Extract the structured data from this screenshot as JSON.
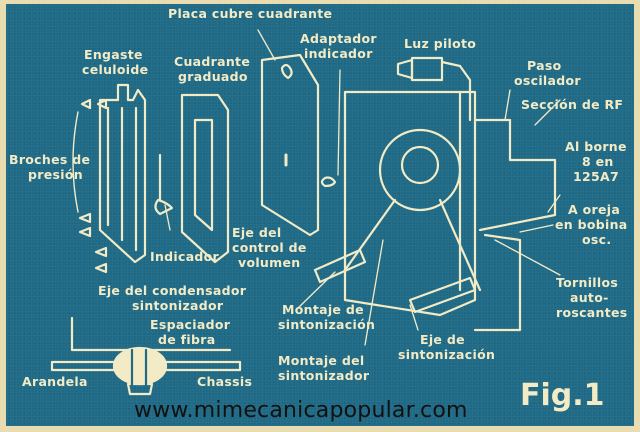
{
  "diagram": {
    "figure_label": "Fig.1",
    "watermark": "www.mimecanicapopular.com",
    "colors": {
      "background": "#1f6a86",
      "line": "#f3ebc6",
      "border": "#e9dcb0",
      "watermark": "#111111"
    },
    "labels": {
      "placa_cubre_cuadrante": "Placa cubre cuadrante",
      "engaste_celuloide_1": "Engaste",
      "engaste_celuloide_2": "celuloide",
      "cuadrante_graduado_1": "Cuadrante",
      "cuadrante_graduado_2": "graduado",
      "adaptador_indicador_1": "Adaptador",
      "adaptador_indicador_2": "indicador",
      "luz_piloto": "Luz piloto",
      "paso_oscilador_1": "Paso",
      "paso_oscilador_2": "oscilador",
      "seccion_rf": "Sección de RF",
      "al_borne_1": "Al borne",
      "al_borne_2": "8 en",
      "al_borne_3": "125A7",
      "a_oreja_1": "A oreja",
      "a_oreja_2": "en bobina",
      "a_oreja_3": "osc.",
      "broches_1": "Broches de",
      "broches_2": "presión",
      "indicador": "Indicador",
      "eje_volumen_1": "Eje del",
      "eje_volumen_2": "control de",
      "eje_volumen_3": "volumen",
      "eje_condensador_1": "Eje del condensador",
      "eje_condensador_2": "sintonizador",
      "espaciador_1": "Espaciador",
      "espaciador_2": "de fibra",
      "arandela": "Arandela",
      "chassis": "Chassis",
      "montaje_sintonizacion_1": "Montaje de",
      "montaje_sintonizacion_2": "sintonización",
      "montaje_sintonizador_1": "Montaje del",
      "montaje_sintonizador_2": "sintonizador",
      "eje_sintonizacion_1": "Eje de",
      "eje_sintonizacion_2": "sintonización",
      "tornillos_1": "Tornillos",
      "tornillos_2": "auto-",
      "tornillos_3": "roscantes"
    }
  }
}
